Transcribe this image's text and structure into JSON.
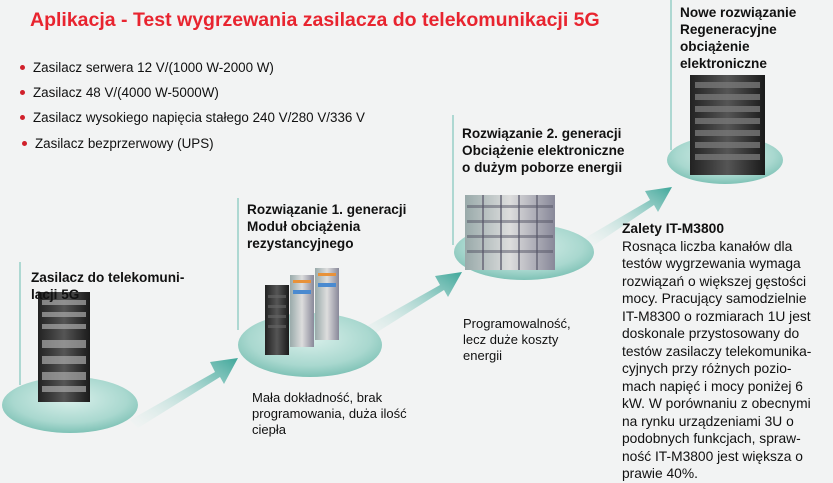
{
  "title": "Aplikacja - Test wygrzewania zasilacza do telekomunikacji 5G",
  "bullets": [
    "Zasilacz serwera 12 V/(1000 W-2000 W)",
    "Zasilacz 48 V/(4000 W-5000W)",
    "Zasilacz wysokiego napięcia stałego 240 V/280 V/336 V",
    "Zasilacz bezprzerwowy (UPS)"
  ],
  "stages": [
    {
      "heading": [
        "Zasilacz do telekomuni-",
        "lacji 5G"
      ]
    },
    {
      "heading": [
        "Rozwiązanie 1. generacji",
        "Moduł obciążenia",
        "rezystancyjnego"
      ],
      "desc": [
        "Mała dokładność, brak",
        "programowania, duża ilość",
        "ciepła"
      ]
    },
    {
      "heading": [
        "Rozwiązanie 2. generacji",
        "Obciążenie elektroniczne",
        "o dużym poborze energii"
      ],
      "desc": [
        "Programowalność,",
        "lecz duże koszty",
        "energii"
      ]
    },
    {
      "heading": [
        "Nowe rozwiązanie",
        "Regeneracyjne",
        "obciążenie",
        "elektroniczne"
      ]
    }
  ],
  "advantages": {
    "title": "Zalety IT-M3800",
    "lines": [
      "Rosnąca liczba kanałów dla",
      "testów wygrzewania wymaga",
      "rozwiązań o większej gęstości",
      "mocy. Pracujący samodzielnie",
      "IT-M8300 o rozmiarach 1U jest",
      "doskonale przystosowany do",
      "testów zasilaczy telekomunika-",
      "cyjnych przy różnych pozio-",
      "mach napięć i mocy poniżej 6",
      "kW. W porównaniu z obecnymi",
      "na rynku urządzeniami 3U o",
      "podobnych funkcjach, spraw-",
      "ność IT-M3800 jest większa o",
      "prawie 40%."
    ]
  },
  "colors": {
    "title": "#e8242f",
    "accent": "#3fa79a"
  }
}
